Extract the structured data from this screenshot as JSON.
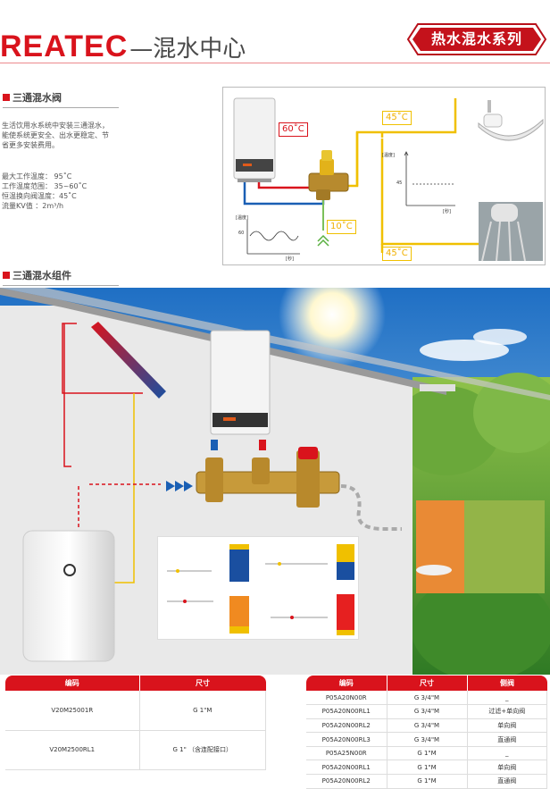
{
  "header": {
    "brand_latin": "REATEC",
    "brand_cn": "—混水中心",
    "badge": "热水混水系列"
  },
  "section1": {
    "title": "三通混水阀",
    "description": [
      "生活饮用水系统中安装三通混水，",
      "能使系统更安全、出水更稳定、节",
      "省更多安装费用。"
    ],
    "specs": [
      "最大工作温度：  95˚C",
      "工作温度范围：  35~60˚C",
      "恒温换向阀温度：45˚C",
      "流量KV值  ：2m³/h"
    ]
  },
  "diagram": {
    "hot_temp": "60˚C",
    "mix_temp_top": "45˚C",
    "cold_temp": "10˚C",
    "mix_temp_bottom": "45˚C",
    "graph_small": {
      "ylabel": "[温度]",
      "tick": "60",
      "xlabel": "[秒]"
    },
    "graph_large": {
      "ylabel": "[温度]",
      "tick": "45",
      "xlabel": "[秒]"
    }
  },
  "section2": {
    "title": "三通混水组件"
  },
  "colors": {
    "accent": "#d9131c",
    "hot_pipe": "#d9131c",
    "cold_pipe": "#1a5fb4",
    "mix_pipe": "#f0c000"
  },
  "table_left": {
    "headers": [
      "编码",
      "尺寸"
    ],
    "rows": [
      [
        "V20M25001R",
        "G 1\"M"
      ],
      [
        "V20M2500RL1",
        "G 1\" （含连配接口）"
      ]
    ]
  },
  "table_right": {
    "headers": [
      "编码",
      "尺寸",
      "侧阀"
    ],
    "rows": [
      [
        "P05A20N00R",
        "G 3/4\"M",
        "_"
      ],
      [
        "P05A20N00RL1",
        "G 3/4\"M",
        "过滤+单向阀"
      ],
      [
        "P05A20N00RL2",
        "G 3/4\"M",
        "单向阀"
      ],
      [
        "P05A20N00RL3",
        "G 3/4\"M",
        "直通阀"
      ],
      [
        "P05A25N00R",
        "G 1\"M",
        "_"
      ],
      [
        "P05A20N00RL1",
        "G 1\"M",
        "单向阀"
      ],
      [
        "P05A20N00RL2",
        "G 1\"M",
        "直通阀"
      ]
    ]
  }
}
